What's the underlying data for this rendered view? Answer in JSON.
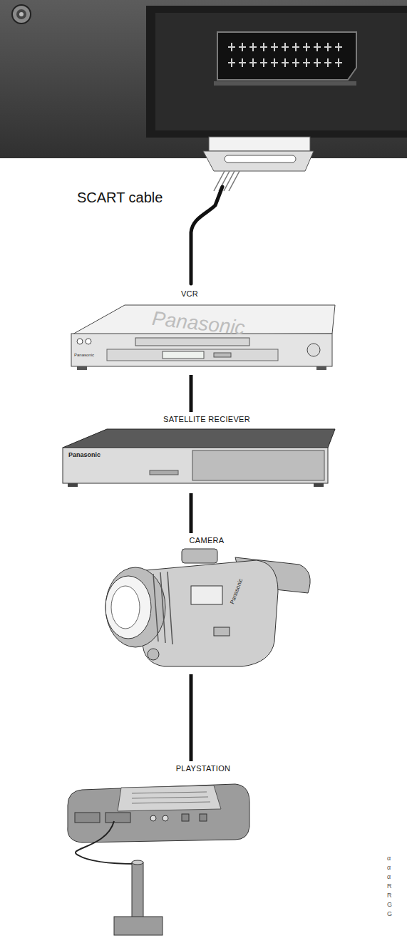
{
  "diagram": {
    "nodes": [
      {
        "text": [
          "VCR"
        ]
      },
      {
        "text": [
          "SATELLITE RECIEVER"
        ]
      },
      {
        "text": [
          "CAMERA"
        ]
      },
      {
        "text": [
          "PLAYSTATION"
        ]
      }
    ],
    "edges": [
      {
        "from": 0,
        "to": 1,
        "arrow": "none"
      },
      {
        "from": 1,
        "to": 2,
        "arrow": "none"
      },
      {
        "from": 2,
        "to": 3,
        "arrow": "none"
      }
    ],
    "labels": [
      "SCART cable",
      "Panasonic",
      "Panasonic",
      "Panasonic",
      "Panasonic",
      "α",
      "α",
      "α",
      "R",
      "R",
      "G",
      "G"
    ]
  }
}
